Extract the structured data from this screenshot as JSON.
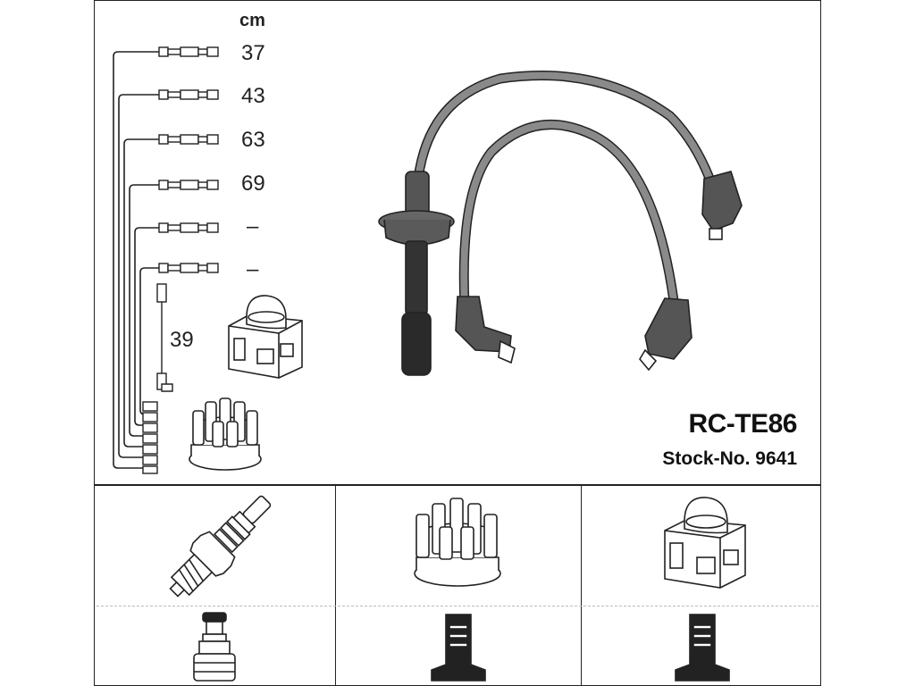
{
  "diagram": {
    "unit_label": "cm",
    "cable_lengths": [
      "37",
      "43",
      "63",
      "69",
      "–",
      "–"
    ],
    "coil_lead_length": "39",
    "product_code": "RC-TE86",
    "stock_label": "Stock-No.",
    "stock_number": "9641"
  },
  "colors": {
    "line": "#222222",
    "cable": "#8a8a8a",
    "boot": "#555555"
  }
}
